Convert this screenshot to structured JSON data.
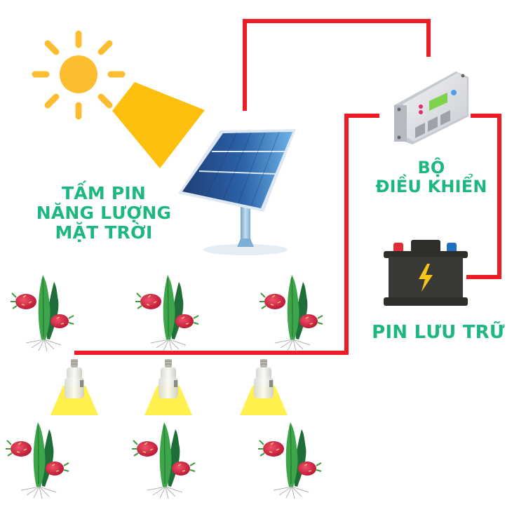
{
  "diagram": {
    "title": "Solar lighting system for dragon fruit farm",
    "labels": {
      "solar_panel": [
        "TẤM PIN",
        "NĂNG LƯỢNG",
        "MẶT TRỜI"
      ],
      "controller": [
        "BỘ",
        "ĐIỀU KHIỂN"
      ],
      "battery": [
        "PIN LƯU TRỮ"
      ]
    },
    "components": [
      {
        "id": "sun",
        "name": "Sun"
      },
      {
        "id": "solar_panel",
        "name": "Solar panel"
      },
      {
        "id": "controller",
        "name": "Charge controller"
      },
      {
        "id": "battery",
        "name": "Storage battery"
      },
      {
        "id": "lamps",
        "name": "LED lamps",
        "count": 3
      },
      {
        "id": "plants",
        "name": "Dragon fruit plants",
        "count": 6
      }
    ],
    "connections": [
      {
        "from": "solar_panel",
        "to": "controller"
      },
      {
        "from": "controller",
        "to": "battery"
      },
      {
        "from": "controller",
        "to": "lamps"
      }
    ]
  },
  "colors": {
    "label_green": "#1db77f",
    "wire_red": "#ee1c25",
    "sun_yellow": "#fdbd30",
    "beam_yellow": "#fdc00f",
    "lamp_light": "#fff04d",
    "battery_body": "#2e2e2a",
    "terminal_pos": "#e22d36",
    "terminal_neg": "#1e6fc2",
    "bolt": "#f5c518"
  }
}
